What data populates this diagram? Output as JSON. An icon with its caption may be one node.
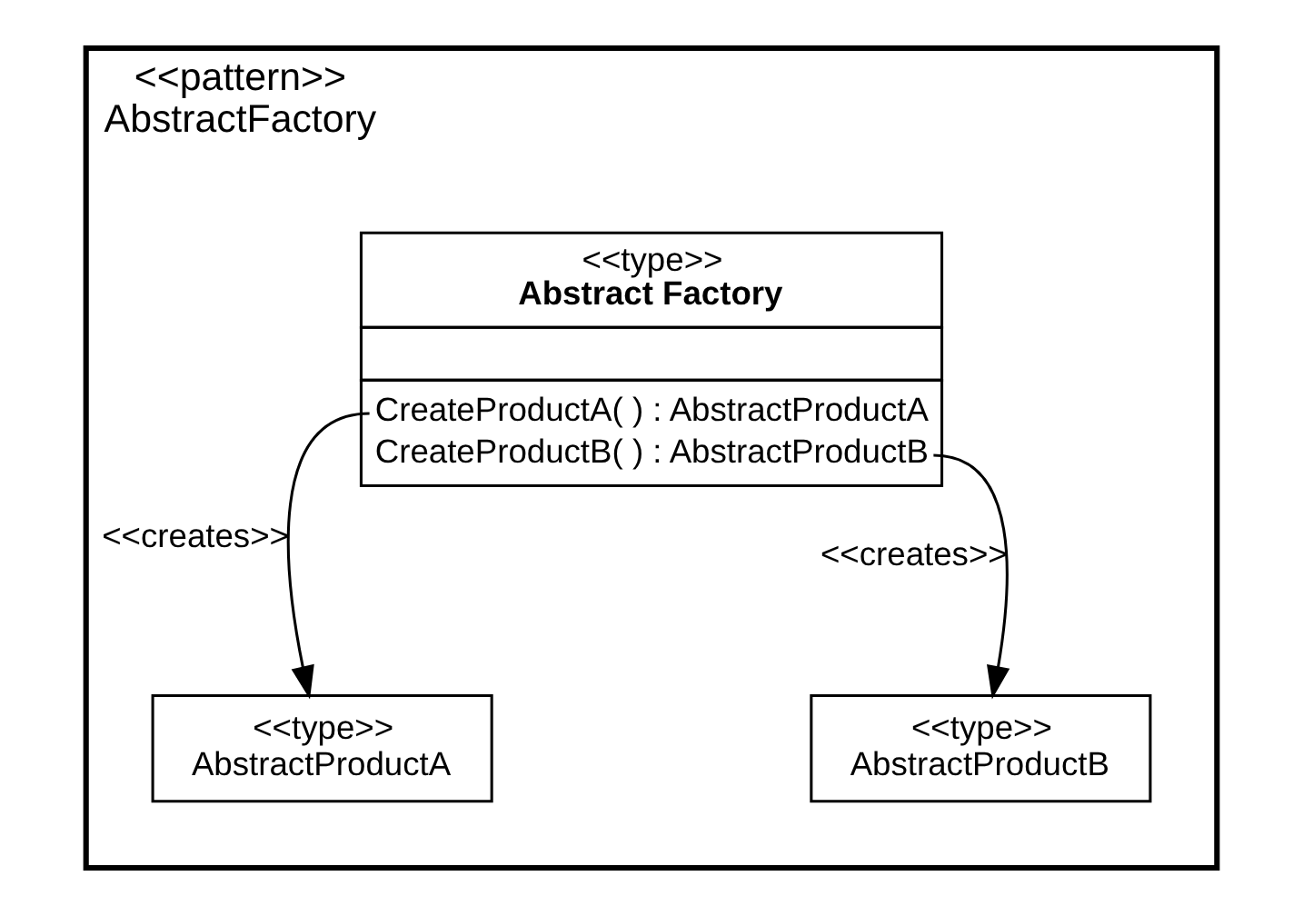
{
  "diagram": {
    "nodes": [
      {
        "text": [
          "<<pattern>>",
          "AbstractFactory"
        ]
      },
      {
        "text": [
          "<<type>>",
          "Abstract Factory",
          "CreateProductA( ) : AbstractProductA",
          "CreateProductB( ) : AbstractProductB"
        ],
        "in": 0
      },
      {
        "text": [
          "<<type>>",
          "AbstractProductA"
        ],
        "in": 0
      },
      {
        "text": [
          "<<type>>",
          "AbstractProductB"
        ],
        "in": 0
      }
    ],
    "edges": [
      {
        "from": 1,
        "to": 2,
        "arrow": "to",
        "label": "<<creates>>"
      },
      {
        "from": 1,
        "to": 3,
        "arrow": "to",
        "label": "<<creates>>"
      }
    ]
  }
}
